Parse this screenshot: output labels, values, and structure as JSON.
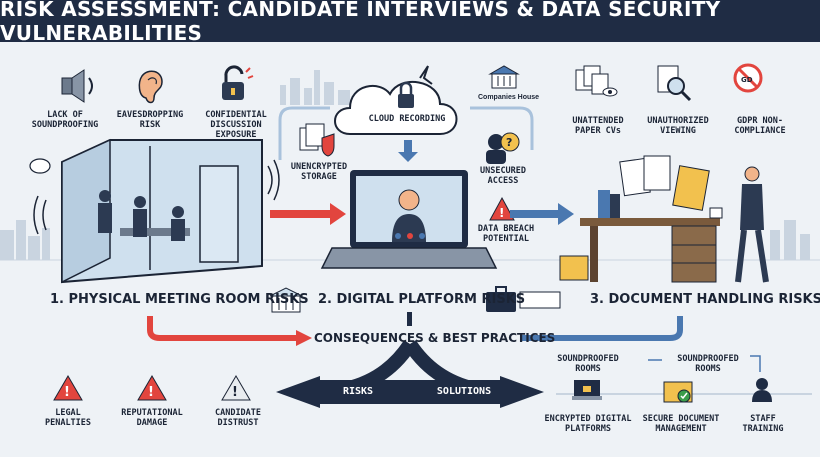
{
  "header": {
    "title": "RISK ASSESSMENT: CANDIDATE INTERVIEWS & DATA SECURITY VULNERABILITIES"
  },
  "physical": {
    "labels": [
      "LACK OF SOUNDPROOFING",
      "EAVESDROPPING RISK",
      "CONFIDENTIAL DISCUSSION EXPOSURE"
    ],
    "section": "1. PHYSICAL MEETING ROOM RISKS"
  },
  "digital": {
    "cloud": "CLOUD RECORDING",
    "companies_house": "Companies House",
    "labels": [
      "UNENCRYPTED STORAGE",
      "UNSECURED ACCESS",
      "DATA BREACH POTENTIAL"
    ],
    "section": "2. DIGITAL PLATFORM RISKS"
  },
  "document": {
    "labels": [
      "UNATTENDED PAPER CVs",
      "UNAUTHORIZED VIEWING",
      "GDPR NON-COMPLIANCE"
    ],
    "section": "3. DOCUMENT HANDLING RISKS"
  },
  "consequences": {
    "title": "CONSEQUENCES & BEST PRACTICES"
  },
  "risks": {
    "label": "RISKS",
    "items": [
      "LEGAL PENALTIES",
      "REPUTATIONAL DAMAGE",
      "CANDIDATE DISTRUST"
    ]
  },
  "solutions": {
    "label": "SOLUTIONS",
    "items": [
      "SOUNDPROOFED ROOMS",
      "SOUNDPROOFED ROOMS",
      "ENCRYPTED DIGITAL PLATFORMS",
      "SECURE DOCUMENT MANAGEMENT",
      "STAFF TRAINING"
    ]
  },
  "colors": {
    "header": "#1f2c44",
    "risk_red": "#e2453e",
    "solution_blue": "#4a78b0",
    "navy": "#1f2c44"
  }
}
